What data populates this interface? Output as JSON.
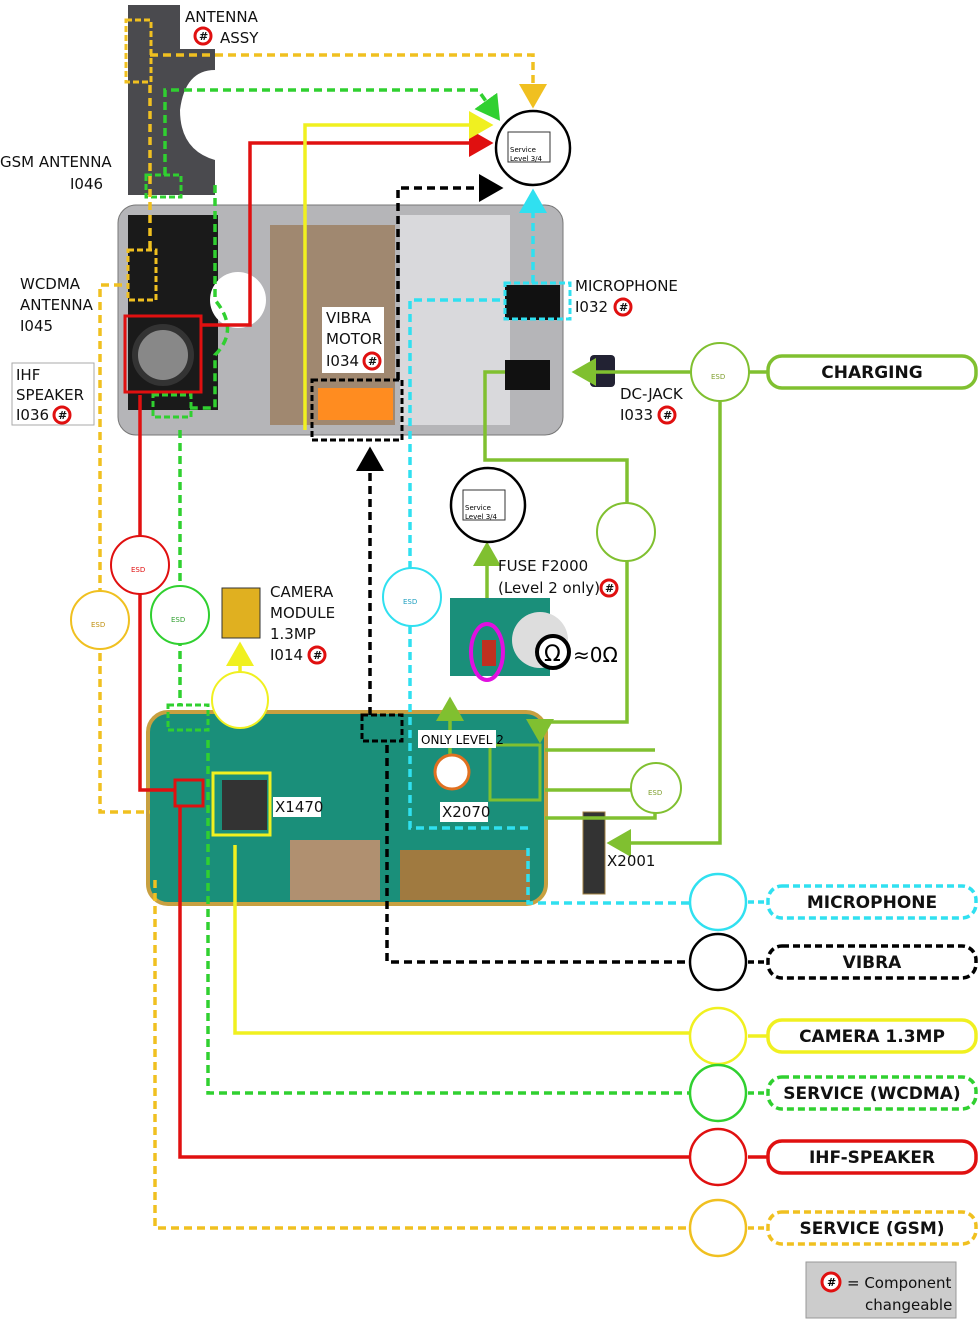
{
  "colors": {
    "gsm": "#f0c020",
    "wcdma": "#30d030",
    "ihf": "#e01010",
    "camera": "#f0f020",
    "vibra": "#000000",
    "microphone": "#30e0f0",
    "charging": "#80c030",
    "pcb": "#1a8f7a",
    "chassis": "#a8a8a8",
    "hash": "#e01010"
  },
  "components": {
    "antenna_assy": [
      "ANTENNA",
      "ASSY"
    ],
    "gsm_antenna": [
      "GSM ANTENNA",
      "I046"
    ],
    "wcdma_antenna": [
      "WCDMA",
      "ANTENNA",
      "I045"
    ],
    "ihf_speaker": [
      "IHF",
      "SPEAKER",
      "I036"
    ],
    "vibra_motor": [
      "VIBRA",
      "MOTOR",
      "I034"
    ],
    "microphone": [
      "MICROPHONE",
      "I032"
    ],
    "dc_jack": [
      "DC-JACK",
      "I033"
    ],
    "camera_module": [
      "CAMERA",
      "MODULE",
      "1.3MP",
      "I014"
    ],
    "fuse": [
      "FUSE F2000",
      "(Level 2 only)"
    ],
    "only_level2": "ONLY LEVEL 2",
    "x1470": "X1470",
    "x2070": "X2070",
    "x2001": "X2001",
    "ohm": "Ω",
    "ohm_value": "≈0Ω",
    "hash": "#"
  },
  "service_box": {
    "line1": "Service",
    "line2": "Level 3/4"
  },
  "esd": "ESD",
  "categories": [
    {
      "label": "CHARGING",
      "color": "#80c030",
      "dashed": false
    },
    {
      "label": "MICROPHONE",
      "color": "#30e0f0",
      "dashed": true
    },
    {
      "label": "VIBRA",
      "color": "#000000",
      "dashed": true
    },
    {
      "label": "CAMERA 1.3MP",
      "color": "#f0f020",
      "dashed": false
    },
    {
      "label": "SERVICE (WCDMA)",
      "color": "#30d030",
      "dashed": true
    },
    {
      "label": "IHF-SPEAKER",
      "color": "#e01010",
      "dashed": false
    },
    {
      "label": "SERVICE (GSM)",
      "color": "#f0c020",
      "dashed": true
    }
  ],
  "legend": {
    "line1": "= Component",
    "line2": "changeable"
  }
}
